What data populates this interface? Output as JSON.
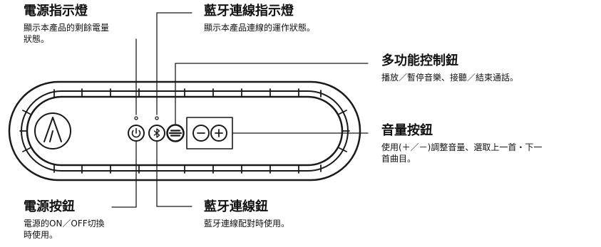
{
  "labels": {
    "power_indicator": {
      "title": "電源指示燈",
      "desc_line1": "顯示本產品的剩餘電量",
      "desc_line2": "狀態。"
    },
    "bt_indicator": {
      "title": "藍牙連線指示燈",
      "desc": "顯示本產品連線的運作狀態。"
    },
    "multifunction": {
      "title": "多功能控制鈕",
      "desc": "播放／暫停音樂、接聽／結束通話。"
    },
    "volume": {
      "title": "音量按鈕",
      "desc_line1": "使用(＋／－)調整音量、選取上一首・下一",
      "desc_line2": "首曲目。"
    },
    "power_button": {
      "title": "電源按鈕",
      "desc_line1": "電源的ON／OFF切換",
      "desc_line2": "時使用。"
    },
    "bt_button": {
      "title": "藍牙連線鈕",
      "desc": "藍牙連線配對時使用。"
    }
  },
  "colors": {
    "line": "#1a1a1a",
    "background": "#ffffff"
  },
  "icons": [
    "logo-icon",
    "power-icon",
    "bluetooth-icon",
    "multifunction-icon",
    "minus-icon",
    "plus-icon"
  ]
}
